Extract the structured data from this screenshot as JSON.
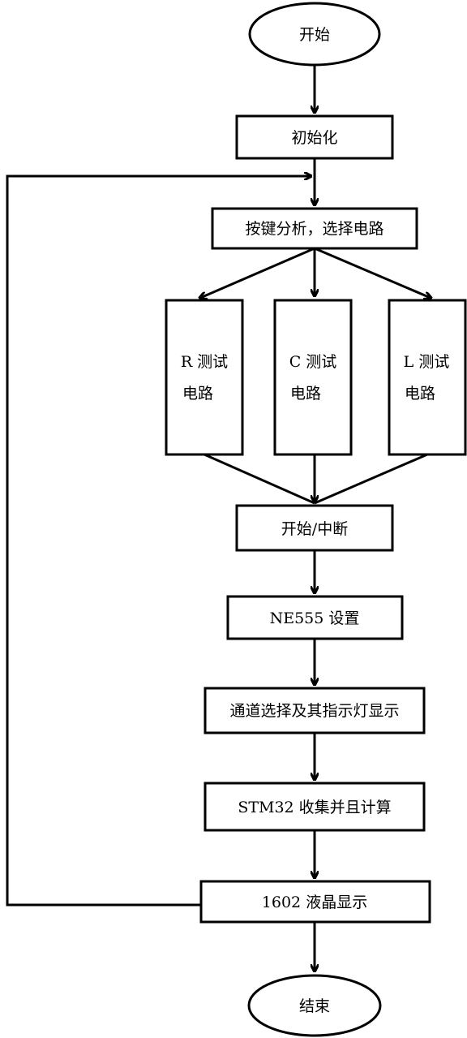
{
  "flowchart": {
    "nodes": {
      "start": "开始",
      "init": "初始化",
      "key_analysis": "按键分析，选择电路",
      "r_test_line1": "R 测试",
      "r_test_line2": "电路",
      "c_test_line1": "C 测试",
      "c_test_line2": "电路",
      "l_test_line1": "L 测试",
      "l_test_line2": "电路",
      "start_interrupt": "开始/中断",
      "ne555_setup": "NE555 设置",
      "channel_select": "通道选择及其指示灯显示",
      "stm32_collect": "STM32 收集并且计算",
      "lcd_display": "1602 液晶显示",
      "end": "结束"
    }
  },
  "colors": {
    "stroke": "#000000",
    "background": "#ffffff"
  }
}
